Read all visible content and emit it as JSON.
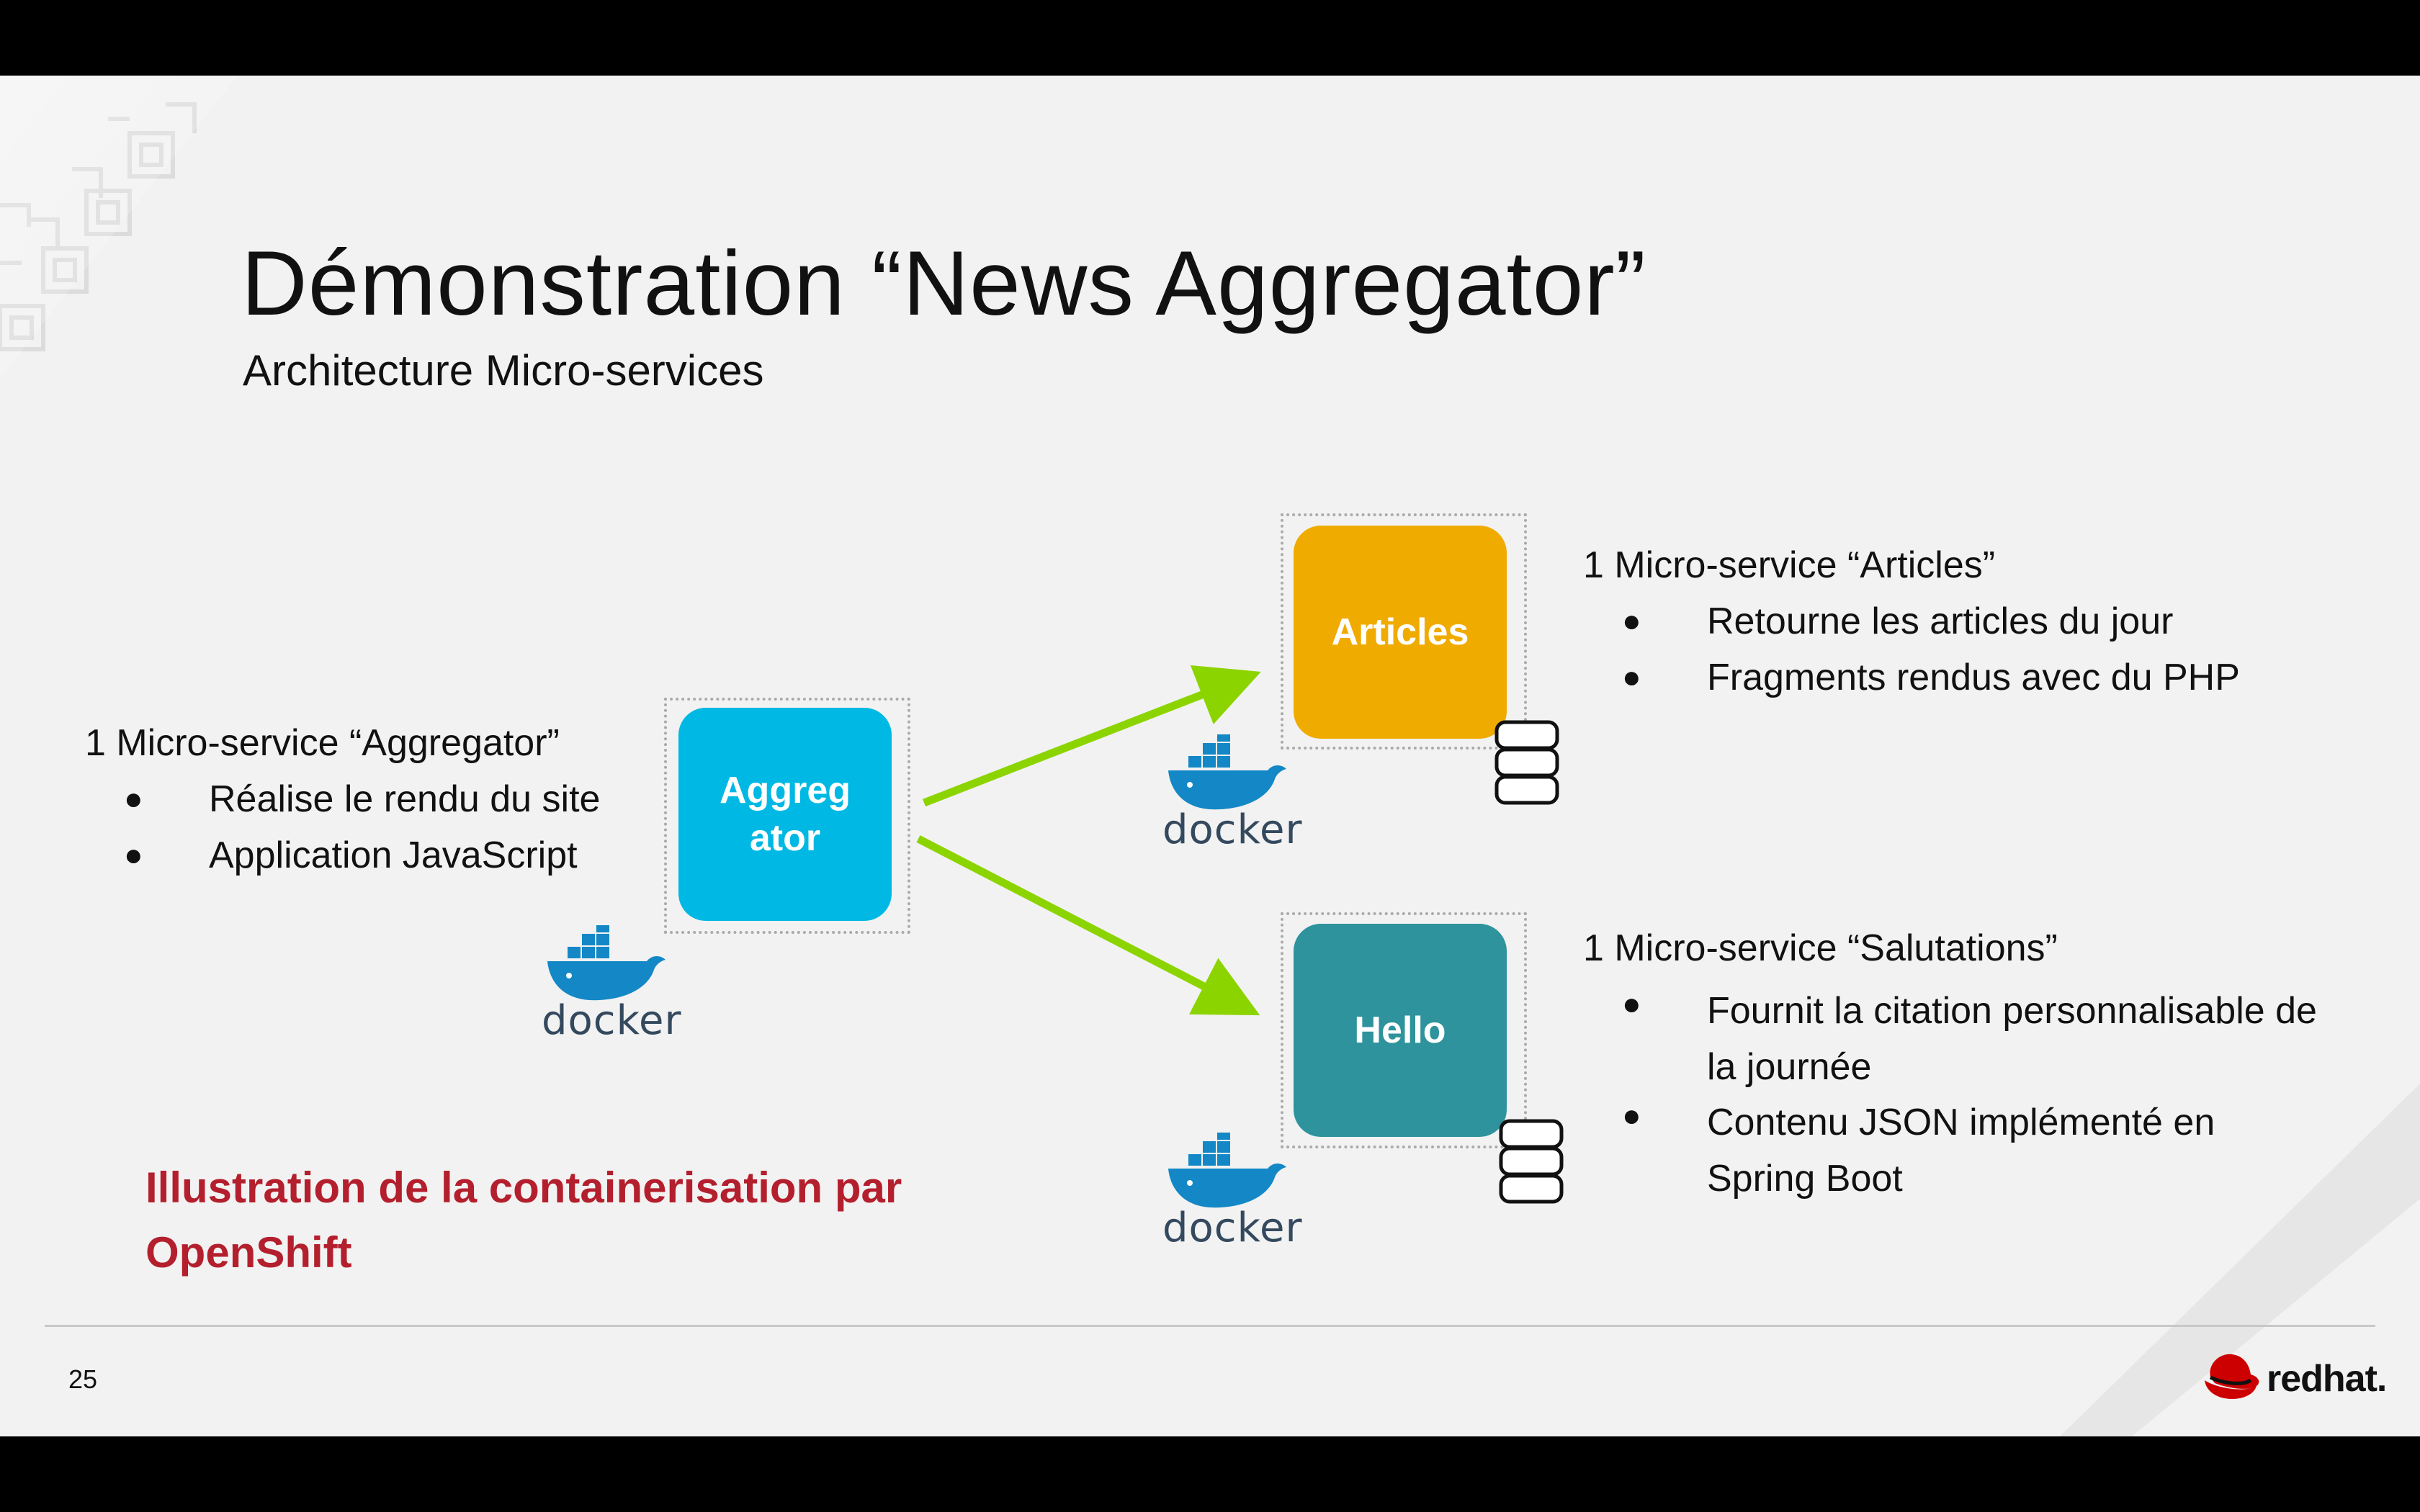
{
  "slide": {
    "title": "Démonstration “News Aggregator”",
    "subtitle": "Architecture Micro-services",
    "page_number": "25",
    "highlight": "Illustration de la containerisation par OpenShift",
    "brand": "redhat."
  },
  "aggregator": {
    "heading": "1 Micro-service “Aggregator”",
    "bullets": [
      "Réalise le rendu du site",
      "Application JavaScript"
    ],
    "box_label": "Aggreg ator"
  },
  "articles": {
    "heading": "1 Micro-service “Articles”",
    "bullets": [
      "Retourne les articles du jour",
      "Fragments rendus avec du PHP"
    ],
    "box_label": "Articles"
  },
  "salutations": {
    "heading": "1 Micro-service “Salutations”",
    "bullets": [
      "Fournit la citation personnalisable de la journée",
      "Contenu JSON implémenté en Spring Boot"
    ],
    "box_label": "Hello"
  },
  "docker_label": "docker",
  "bullet_symbol": "●",
  "colors": {
    "aggregator": "#00b8e4",
    "articles": "#f0ab00",
    "hello": "#2e939c",
    "arrow": "#8cd400",
    "highlight": "#b41f2d",
    "redhat_red": "#cc0000"
  }
}
